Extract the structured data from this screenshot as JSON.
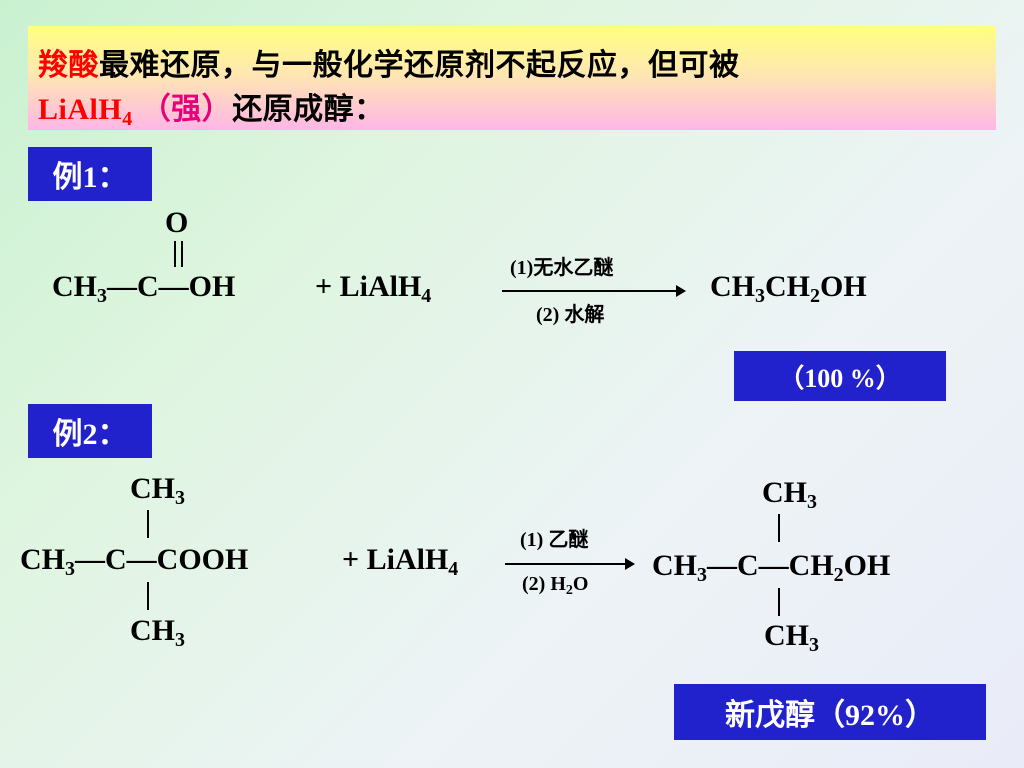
{
  "banner": {
    "line1_red": "羧酸",
    "line1_rest": "最难还原，与一般化学还原剂不起反应，但可被",
    "line2_reagent": "LiAlH",
    "line2_reagent_sub": "4",
    "line2_strong": "（强）",
    "line2_rest": "还原成醇："
  },
  "example1": {
    "label": "例1：",
    "carbonyl_o": "O",
    "ch3": "CH",
    "ch3_sub": "3",
    "bond1": "—C—OH",
    "plus": "+ LiAlH",
    "plus_sub": "4",
    "cond1": "(1)无水乙醚",
    "cond2": "(2) 水解",
    "product_a": "CH",
    "product_a_sub": "3",
    "product_b": "CH",
    "product_b_sub": "2",
    "product_c": "OH",
    "yield": "（100 %）"
  },
  "example2": {
    "label": "例2：",
    "top_ch3": "CH",
    "top_ch3_sub": "3",
    "left_ch3": "CH",
    "left_ch3_sub": "3",
    "chain": "—C—COOH",
    "bottom_ch3": "CH",
    "bottom_ch3_sub": "3",
    "plus": "+ LiAlH",
    "plus_sub": "4",
    "cond1": "(1) 乙醚",
    "cond2_a": "(2) H",
    "cond2_sub": "2",
    "cond2_b": "O",
    "p_top_ch3": "CH",
    "p_top_ch3_sub": "3",
    "p_left_ch3": "CH",
    "p_left_ch3_sub": "3",
    "p_chain_a": "—C—CH",
    "p_chain_sub": "2",
    "p_chain_b": "OH",
    "p_bottom_ch3": "CH",
    "p_bottom_ch3_sub": "3",
    "product_name": "新戊醇（92%）"
  }
}
